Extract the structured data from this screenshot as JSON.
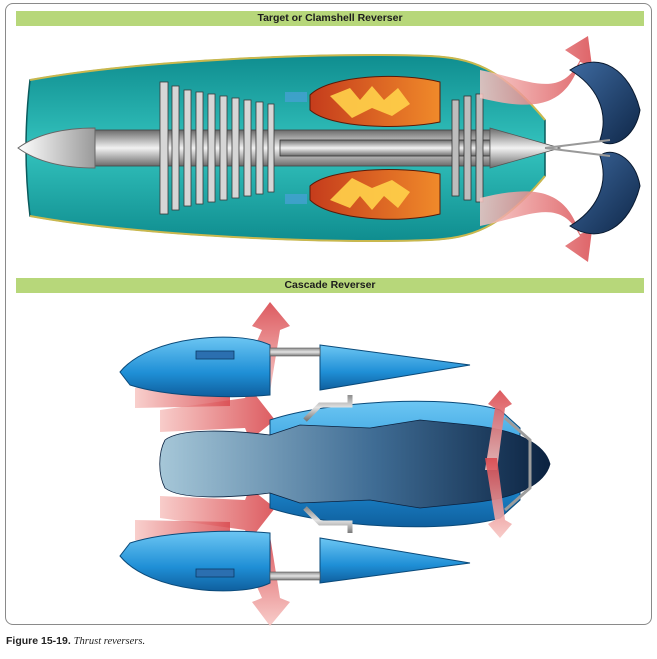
{
  "panels": {
    "top_title": "Target or Clamshell Reverser",
    "bottom_title": "Cascade Reverser"
  },
  "caption": {
    "figure_number": "Figure 15-19.",
    "text": "Thrust reversers."
  },
  "colors": {
    "title_band": "#b7d77a",
    "nacelle_teal": "#1fa6a6",
    "flow_red": "#e0606a",
    "clamshell_navy": "#1f3f6b",
    "cascade_blue": "#2a8fd6",
    "core_gradient_start": "#9fc3d6",
    "core_gradient_end": "#0d2a4a"
  }
}
